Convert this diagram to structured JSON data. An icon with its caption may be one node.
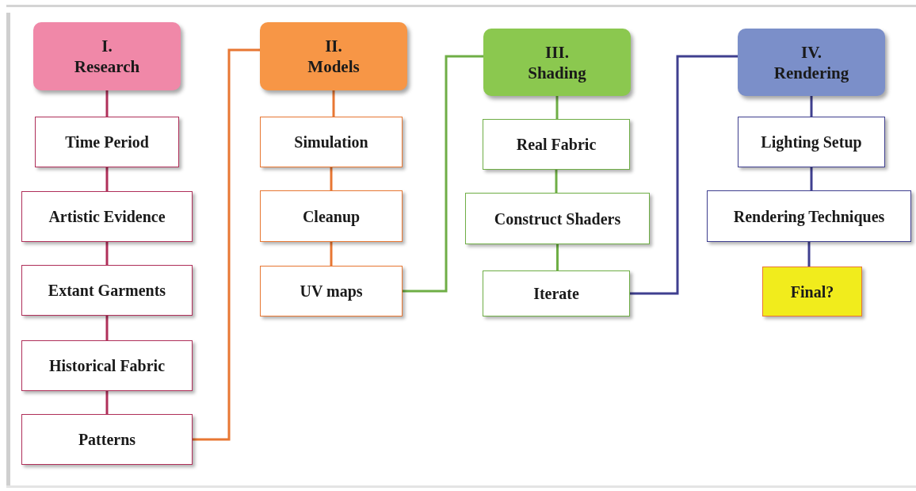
{
  "diagram": {
    "nodes": [
      {
        "text": [
          "I.",
          "Research"
        ]
      },
      {
        "text": [
          "Time Period"
        ]
      },
      {
        "text": [
          "Artistic Evidence"
        ]
      },
      {
        "text": [
          "Extant Garments"
        ]
      },
      {
        "text": [
          "Historical Fabric"
        ]
      },
      {
        "text": [
          "Patterns"
        ]
      },
      {
        "text": [
          "II.",
          "Models"
        ]
      },
      {
        "text": [
          "Simulation"
        ]
      },
      {
        "text": [
          "Cleanup"
        ]
      },
      {
        "text": [
          "UV maps"
        ]
      },
      {
        "text": [
          "III.",
          "Shading"
        ]
      },
      {
        "text": [
          "Real Fabric"
        ]
      },
      {
        "text": [
          "Construct Shaders"
        ]
      },
      {
        "text": [
          "Iterate"
        ]
      },
      {
        "text": [
          "IV.",
          "Rendering"
        ]
      },
      {
        "text": [
          "Lighting Setup"
        ]
      },
      {
        "text": [
          "Rendering Techniques"
        ]
      },
      {
        "text": [
          "Final?"
        ]
      }
    ],
    "edges": [
      {
        "from": 0,
        "to": 1,
        "arrow": "none",
        "color": "#b0305a"
      },
      {
        "from": 1,
        "to": 2,
        "arrow": "none",
        "color": "#b0305a"
      },
      {
        "from": 2,
        "to": 3,
        "arrow": "none",
        "color": "#b0305a"
      },
      {
        "from": 3,
        "to": 4,
        "arrow": "none",
        "color": "#b0305a"
      },
      {
        "from": 4,
        "to": 5,
        "arrow": "none",
        "color": "#b0305a"
      },
      {
        "from": 5,
        "to": 6,
        "arrow": "none",
        "color": "#e87733"
      },
      {
        "from": 6,
        "to": 7,
        "arrow": "none",
        "color": "#e87733"
      },
      {
        "from": 7,
        "to": 8,
        "arrow": "none",
        "color": "#e87733"
      },
      {
        "from": 8,
        "to": 9,
        "arrow": "none",
        "color": "#e87733"
      },
      {
        "from": 9,
        "to": 10,
        "arrow": "none",
        "color": "#6fae46"
      },
      {
        "from": 10,
        "to": 11,
        "arrow": "none",
        "color": "#6fae46"
      },
      {
        "from": 11,
        "to": 12,
        "arrow": "none",
        "color": "#6fae46"
      },
      {
        "from": 12,
        "to": 13,
        "arrow": "none",
        "color": "#6fae46"
      },
      {
        "from": 13,
        "to": 14,
        "arrow": "none",
        "color": "#3f3f8f"
      },
      {
        "from": 14,
        "to": 15,
        "arrow": "none",
        "color": "#3f3f8f"
      },
      {
        "from": 15,
        "to": 16,
        "arrow": "none",
        "color": "#3f3f8f"
      },
      {
        "from": 16,
        "to": 17,
        "arrow": "none",
        "color": "#3f3f8f"
      }
    ]
  }
}
